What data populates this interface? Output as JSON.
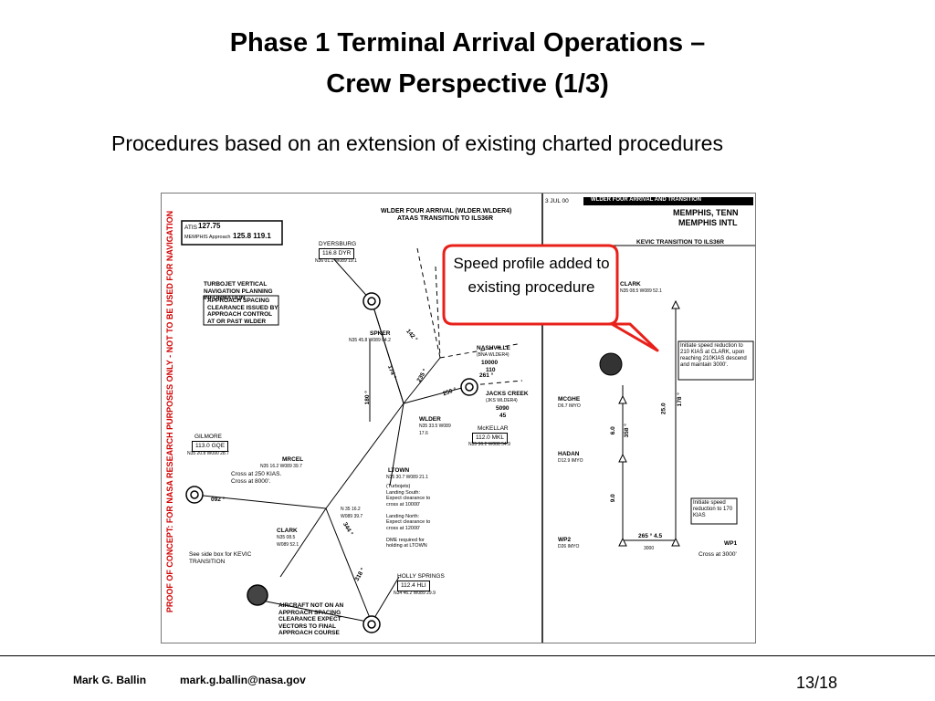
{
  "slide": {
    "title_line1": "Phase 1 Terminal Arrival Operations –",
    "title_line2": "Crew Perspective (1/3)",
    "subtitle": "Procedures based on an extension of existing charted procedures",
    "callout": "Speed profile added to existing procedure"
  },
  "chart": {
    "vertical_banner": "PROOF OF CONCEPT: FOR NASA RESEARCH PURPOSES ONLY - NOT TO BE USED FOR NAVIGATION",
    "header_arrival": "WLDER FOUR ARRIVAL (WLDER.WLDER4)",
    "header_transition": "ATAAS TRANSITION TO ILS36R",
    "date": "3 JUL 00",
    "right_header_bar": "WLDER FOUR ARRIVAL AND TRANSITION",
    "city": "MEMPHIS, TENN",
    "airport": "MEMPHIS INTL",
    "kevic_title": "KEVIC TRANSITION TO ILS36R",
    "atis_label": "ATIS",
    "atis_freq": "127.75",
    "approach_label": "MEMPHIS Approach",
    "approach_freqs": "125.8  119.1",
    "planning_title": "TURBOJET VERTICAL NAVIGATION PLANNING INFORMATION",
    "planning_box": "APPROACH SPACING CLEARANCE ISSUED BY APPROACH CONTROL AT OR PAST WLDER",
    "dyersburg": "DYERSBURG",
    "dyersburg_freq": "116.8 DYR",
    "dyersburg_coords": "N36 01.1 W089 19.1",
    "spker": "SPKER",
    "spker_coords": "N35 45.8 W089 04.2",
    "nashville": "NASHVILLE",
    "nashville_sub": "(BNA WLDER4)",
    "nashville_alt": "10000",
    "nashville_spd": "110",
    "jacks_creek": "JACKS CREEK",
    "jacks_sub": "(JKS WLDER4)",
    "jacks_alt": "5090",
    "jacks_spd": "45",
    "wlder": "WLDER",
    "wlder_coords": "N35 33.5 W089 17.6",
    "mckellar": "McKELLAR",
    "mckellar_freq": "112.0 MKL",
    "mckellar_coords": "N35 36.2 W088 54.9",
    "gilmore": "GILMORE",
    "gilmore_freq": "113.0 GQE",
    "gilmore_coords": "N35 20.8 W090 28.7",
    "mrcel": "MRCEL",
    "mrcel_coords": "N35 16.2 W089 39.7",
    "cross_250": "Cross at 250 KIAS.",
    "cross_8000": "Cross at 8000'.",
    "ltown": "LTOWN",
    "ltown_coords": "N35 30.7 W089 21.1",
    "ltown_notes": [
      "(Turbojets)",
      "Landing South:",
      "Expect clearance to",
      "cross at 10000'",
      "",
      "Landing North:",
      "Expect clearance to",
      "cross at 12000'",
      "",
      "DME required for",
      "holding at LTOWN"
    ],
    "mid_coords": "N 35 16.2 W089 39.7",
    "clark": "CLARK",
    "clark_coords": "N35 08.5 W089 52.1",
    "see_side": "See side box for KEVIC TRANSITION",
    "not_on": "AIRCRAFT NOT ON AN APPROACH SPACING CLEARANCE EXPECT VECTORS TO FINAL APPROACH COURSE",
    "holly": "HOLLY SPRINGS",
    "holly_freq": "112.4 HLI",
    "holly_coords": "N34 46.2 W089 29.9",
    "heading_092": "092 °",
    "heading_142": "142 °",
    "heading_174": "174 °",
    "heading_180": "180 °",
    "heading_235": "235 °",
    "heading_250": "250 °",
    "heading_261": "261 °",
    "heading_318": "318 °",
    "heading_344": "344 °",
    "kevic_clark": "CLARK",
    "kevic_clark_coords": "N35 08.5 W089 52.1",
    "speed_note": "Initiate speed reduction to 210 KIAS at CLARK, upon reaching 210KIAS descend and maintain 3000'.",
    "mcghe": "MCGHE",
    "mcghe_dist": "D6.7 IMYO",
    "hadan": "HADAN",
    "hadan_dist": "D12.9 IMYO",
    "wp2": "WP2",
    "wp2_dist": "D26 IMYO",
    "wp1": "WP1",
    "course_255": "265 ° 4.5",
    "alt_3000": "3000",
    "cross_3000": "Cross at 3000'",
    "speed_note2": "Initiate speed reduction to 170 KIAS",
    "dist_25": "25.0",
    "hdg_178": "178 °",
    "dist_60": "6.0",
    "hdg_358": "358 °",
    "dist_90": "9.0"
  },
  "footer": {
    "author": "Mark G. Ballin",
    "email": "mark.g.ballin@nasa.gov",
    "page": "13/18"
  }
}
